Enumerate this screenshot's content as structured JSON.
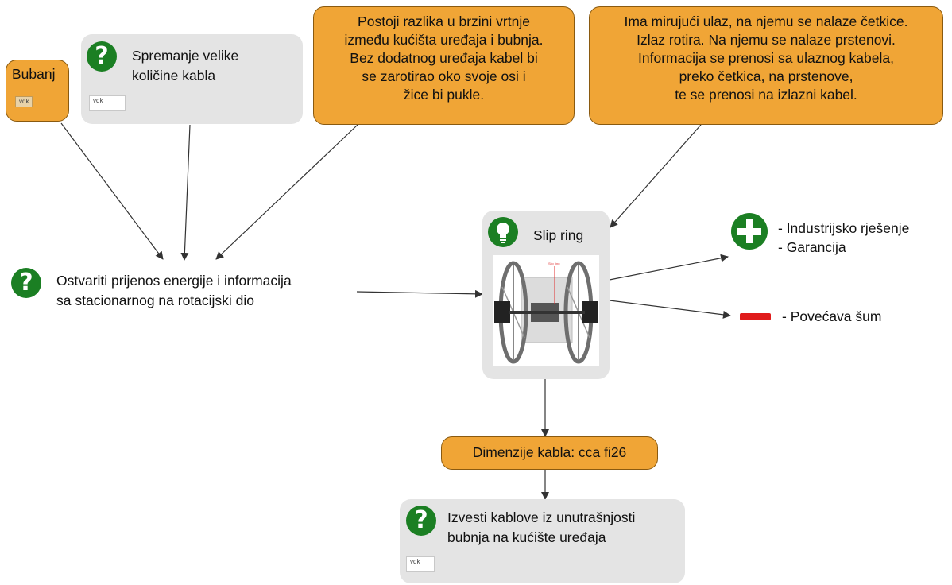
{
  "nodes": {
    "bubanj": {
      "label": "Bubanj",
      "tag": "vdk"
    },
    "spremanje": {
      "label_line1": "Spremanje velike",
      "label_line2": "količine kabla",
      "tag": "vdk"
    },
    "razlika": {
      "lines": [
        "Postoji razlika u brzini vrtnje",
        "između kućišta uređaja i bubnja.",
        "Bez dodatnog uređaja kabel bi",
        "se zarotirao oko svoje osi i",
        "žice bi pukle."
      ]
    },
    "mirujuci": {
      "lines": [
        "Ima mirujući ulaz, na njemu se nalaze četkice.",
        "Izlaz rotira. Na njemu se nalaze prstenovi.",
        "Informacija se prenosi sa ulaznog kabela,",
        "preko četkica, na prstenove,",
        "te se prenosi na izlazni kabel."
      ]
    },
    "ostvariti": {
      "label_line1": "Ostvariti prijenos energije i informacija",
      "label_line2": "sa stacionarnog na rotacijski dio"
    },
    "slipring": {
      "label": "Slip ring",
      "image_label": "Slip ring"
    },
    "pro": {
      "line1": "- Industrijsko rješenje",
      "line2": "- Garancija"
    },
    "con": {
      "line1": "- Povećava šum"
    },
    "dimenzije": {
      "label": "Dimenzije kabla: cca fi26"
    },
    "izvesti": {
      "label_line1": "Izvesti kablove iz unutrašnjosti",
      "label_line2": "bubnja na kućište uređaja",
      "tag": "vdk"
    }
  },
  "icons": {
    "question": "?",
    "question_color": "#1b7f23",
    "idea_color": "#1b7f23",
    "plus_color": "#1b7f23",
    "minus_color": "#e01b1b",
    "orange": "#f0a536",
    "grey": "#e4e4e4"
  }
}
